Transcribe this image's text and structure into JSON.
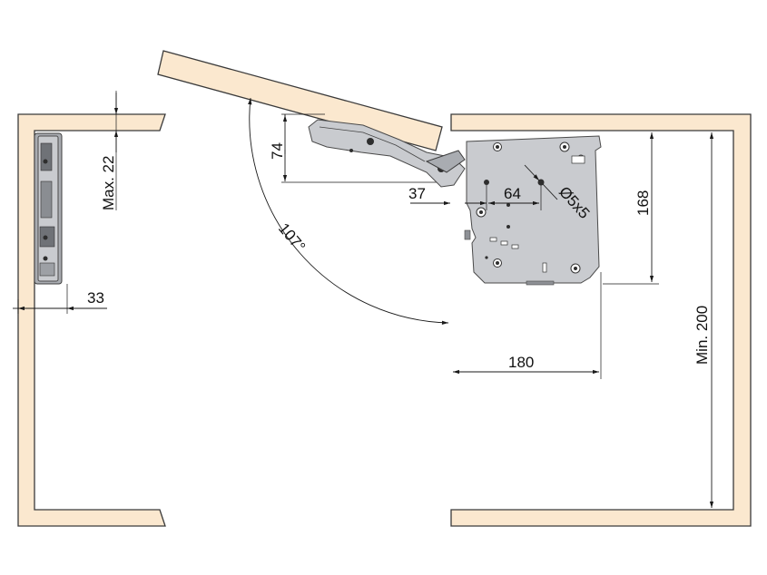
{
  "dimensions": {
    "max_22": "Max. 22",
    "d33": "33",
    "d74": "74",
    "d37": "37",
    "d64": "64",
    "hole": "Ø5x5",
    "d168": "168",
    "d180": "180",
    "min_200": "Min. 200",
    "angle": "107°"
  },
  "colors": {
    "wood": "#fbe8cf",
    "metal": "#c9cbcf",
    "line": "#1a1a1a"
  }
}
